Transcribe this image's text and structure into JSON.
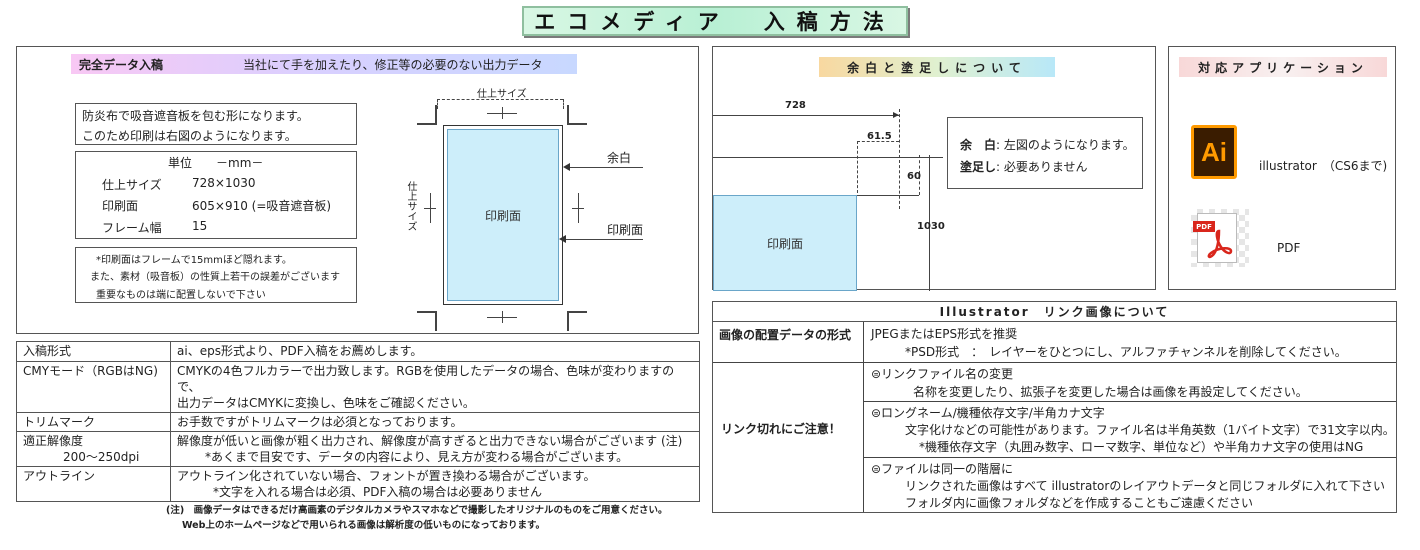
{
  "header": {
    "title": "エコメディア　入稿方法"
  },
  "complete_data": {
    "label": "完全データ入稿",
    "desc": "当社にて手を加えたり、修正等の必要のない出力データ",
    "note_line1": "防炎布で吸音遮音板を包む形になります。",
    "note_line2": "このため印刷は右図のようになります。",
    "unit_label": "単位　　－mm－",
    "rows": [
      {
        "key": "仕上サイズ",
        "value": "728×1030"
      },
      {
        "key": "印刷面",
        "value": "605×910 (=吸音遮音板)"
      },
      {
        "key": "フレーム幅",
        "value": "15"
      }
    ],
    "caution1": "*印刷面はフレームで15mmほど隠れます。",
    "caution2": "また、素材（吸音板）の性質上若干の誤差がございます",
    "caution3": "重要なものは端に配置しないで下さい"
  },
  "diagram": {
    "finish_size_top": "仕上サイズ",
    "finish_size_side": "仕上サイズ",
    "print_face": "印刷面",
    "margin_label": "余白",
    "print_face_label": "印刷面"
  },
  "spec_table": [
    {
      "key": "入稿形式",
      "value": "ai、eps形式より、PDF入稿をお薦めします。"
    },
    {
      "key": "CMYモード（RGBはNG)",
      "value": "CMYKの4色フルカラーで出力致します。RGBを使用したデータの場合、色味が変わりますので、",
      "value2": "出力データはCMYKに変換し、色味をご確認ください。"
    },
    {
      "key": "トリムマーク",
      "value": "お手数ですがトリムマークは必須となっております。"
    },
    {
      "key": "適正解像度",
      "key2": "200～250dpi",
      "value": "解像度が低いと画像が粗く出力され、解像度が高すぎると出力できない場合がございます (注)",
      "value2": "*あくまで目安です、データの内容により、見え方が変わる場合がございます。"
    },
    {
      "key": "アウトライン",
      "value": "アウトライン化されていない場合、フォントが置き換わる場合がございます。",
      "value2": "*文字を入れる場合は必須、PDF入稿の場合は必要ありません"
    }
  ],
  "footnote": {
    "line1": "(注)　画像データはできるだけ高画素のデジタルカメラやスマホなどで撮影したオリジナルのものをご用意ください。",
    "line2": "Web上のホームページなどで用いられる画像は解析度の低いものになっております。"
  },
  "bleed": {
    "title": "余白と塗足しについて",
    "dim_728": "728",
    "dim_61_5": "61.5",
    "dim_60": "60",
    "dim_1030": "1030",
    "print_face": "印刷面",
    "margin_key": "余　白",
    "margin_value": ": 左図のようになります。",
    "bleed_key": "塗足し",
    "bleed_value": ": 必要ありません"
  },
  "apps": {
    "title": "対応アプリケーション",
    "ai_icon_text": "Ai",
    "ai_label": "illustrator　（CS6まで)",
    "pdf_icon_text": "PDF",
    "pdf_label": "PDF"
  },
  "illustrator": {
    "title": "Illustrator　リンク画像について",
    "row1_key": "画像の配置データの形式",
    "row1_line1": "JPEGまたはEPS形式を推奨",
    "row1_line2": "*PSD形式　：　レイヤーをひとつにし、アルファチャンネルを削除してください。",
    "row2_key": "リンク切れにご注意！",
    "b1_title": "⊜リンクファイル名の変更",
    "b1_line1": "名称を変更したり、拡張子を変更した場合は画像を再設定してください。",
    "b2_title": "⊜ロングネーム/機種依存文字/半角カナ文字",
    "b2_line1": "文字化けなどの可能性があります。ファイル名は半角英数（1バイト文字）で31文字以内。",
    "b2_line2": "*機種依存文字（丸囲み数字、ローマ数字、単位など）や半角カナ文字の使用はNG",
    "b3_title": "⊜ファイルは同一の階層に",
    "b3_line1": "リンクされた画像はすべて illustratorのレイアウトデータと同じフォルダに入れて下さい",
    "b3_line2": "フォルダ内に画像フォルダなどを作成することもご遠慮ください"
  },
  "colors": {
    "title_bg": "#b8f0d4",
    "print_area": "#cdeefa",
    "label_grad_start": "#f4c8f4",
    "label_grad_end": "#c8d4ff"
  }
}
